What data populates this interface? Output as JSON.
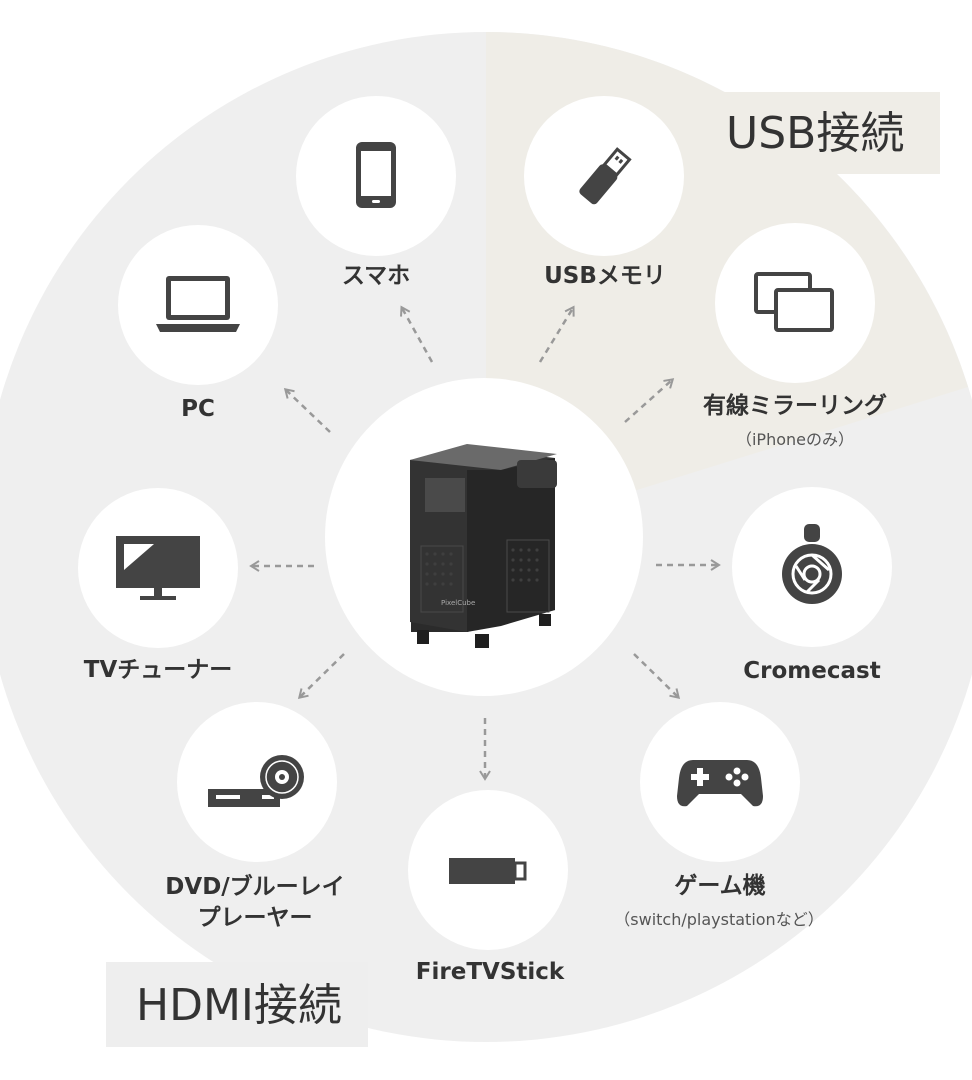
{
  "sections": {
    "usb": {
      "title": "USB接続",
      "color": "#efede7"
    },
    "hdmi": {
      "title": "HDMI接続",
      "color": "#efefef"
    }
  },
  "center": {
    "icon": "projector-icon",
    "brand": "PixelCube"
  },
  "nodes": {
    "phone": {
      "label": "スマホ",
      "icon": "smartphone-icon"
    },
    "pc": {
      "label": "PC",
      "icon": "laptop-icon"
    },
    "usb_memory": {
      "label": "USBメモリ",
      "icon": "usb-drive-icon"
    },
    "mirroring": {
      "label": "有線ミラーリング",
      "sub": "（iPhoneのみ）",
      "icon": "screen-mirroring-icon"
    },
    "tv_tuner": {
      "label": "TVチューナー",
      "icon": "tv-icon"
    },
    "chromecast": {
      "label": "Cromecast",
      "icon": "chromecast-icon"
    },
    "dvd": {
      "label_line1": "DVD/ブルーレイ",
      "label_line2": "プレーヤー",
      "icon": "dvd-player-icon"
    },
    "firetv": {
      "label": "FireTVStick",
      "icon": "firetv-stick-icon"
    },
    "game": {
      "label": "ゲーム機",
      "sub": "（switch/playstationなど）",
      "icon": "gamepad-icon"
    }
  },
  "colors": {
    "icon": "#444444",
    "arrow": "#999999",
    "node_bg": "#ffffff"
  }
}
